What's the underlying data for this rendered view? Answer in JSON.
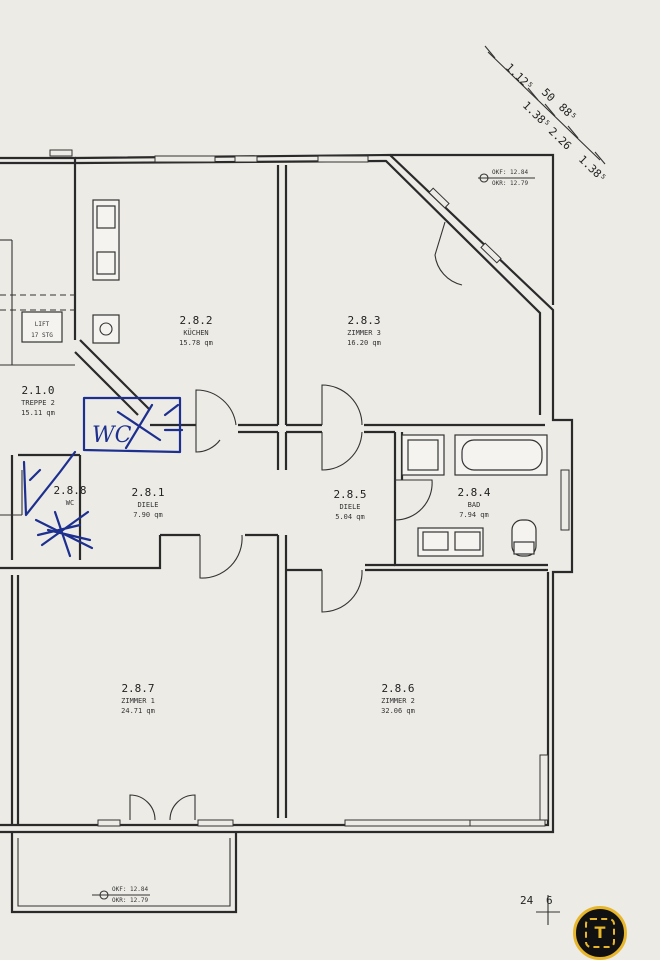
{
  "rooms": [
    {
      "id": "r282",
      "number": "2.8.2",
      "name": "KÜCHEN",
      "area": "15.78 qm"
    },
    {
      "id": "r283",
      "number": "2.8.3",
      "name": "ZIMMER 3",
      "area": "16.20 qm"
    },
    {
      "id": "r210",
      "number": "2.1.0",
      "name": "TREPPE 2",
      "area": "15.11 qm"
    },
    {
      "id": "r288",
      "number": "2.8.8",
      "name": "WC",
      "area": ""
    },
    {
      "id": "r281",
      "number": "2.8.1",
      "name": "DIELE",
      "area": "7.90 qm"
    },
    {
      "id": "r285",
      "number": "2.8.5",
      "name": "DIELE",
      "area": "5.04 qm"
    },
    {
      "id": "r284",
      "number": "2.8.4",
      "name": "BAD",
      "area": "7.94 qm"
    },
    {
      "id": "r287",
      "number": "2.8.7",
      "name": "ZIMMER 1",
      "area": "24.71 qm"
    },
    {
      "id": "r286",
      "number": "2.8.6",
      "name": "ZIMMER 2",
      "area": "32.06 qm"
    }
  ],
  "handwritten_label": "WC",
  "stair_note": {
    "line1": "LIFT",
    "line2": "17 STG"
  },
  "dimensions": {
    "top_right": [
      "1.12⁵",
      "50",
      "88⁵",
      "1.38⁵",
      "2.26",
      "1.38⁵"
    ],
    "bottom_right": "24",
    "bottom_right_b": "6"
  },
  "level_markers": {
    "top_right": {
      "line1": "OKF: 12.84",
      "line2": "OKR: 12.79"
    },
    "balcony": {
      "line1": "OKF: 12.84",
      "line2": "OKR: 12.79"
    }
  },
  "colors": {
    "paper": "#ecebe6",
    "line": "#2a2a2a",
    "ink": "#1d2f8f",
    "badge": "#e7b62a"
  },
  "badge_icon": "text-scan-icon"
}
